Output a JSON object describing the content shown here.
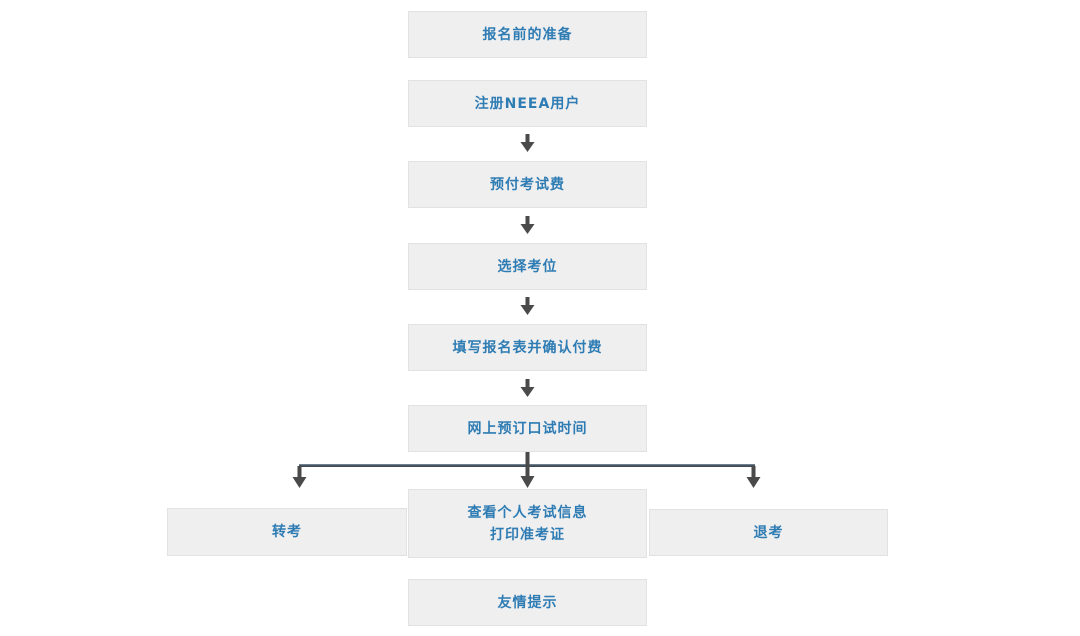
{
  "flowchart": {
    "title_hint": "NEEA exam registration process flowchart",
    "steps": [
      {
        "label": "报名前的准备"
      },
      {
        "label": "注册NEEA用户"
      },
      {
        "label": "预付考试费"
      },
      {
        "label": "选择考位"
      },
      {
        "label": "填写报名表并确认付费"
      },
      {
        "label": "网上预订口试时间"
      }
    ],
    "branches": {
      "left": {
        "label": "转考"
      },
      "center": {
        "line1": "查看个人考试信息",
        "line2": "打印准考证"
      },
      "right": {
        "label": "退考"
      }
    },
    "footer": {
      "label": "友情提示"
    },
    "colors": {
      "page_background": "#ffffff",
      "box_background": "#f0efef",
      "box_border": "#e3e2e2",
      "label_text": "#2e7cb4",
      "arrow": "#4a4a4a",
      "branch_line": "#434b54"
    }
  }
}
